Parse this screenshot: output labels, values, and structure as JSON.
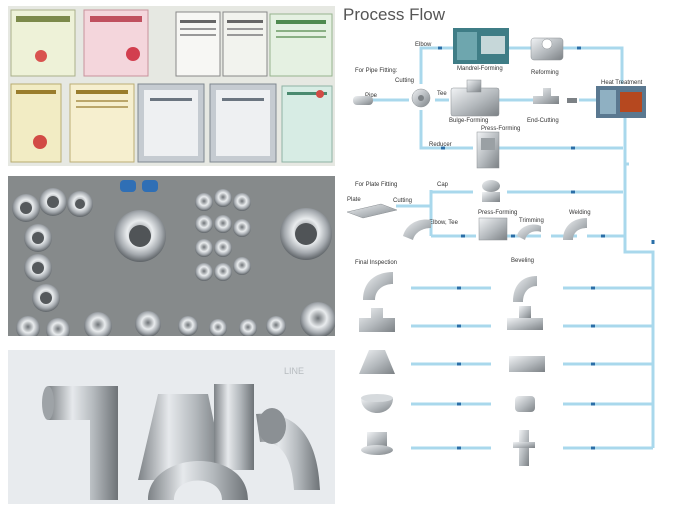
{
  "flow": {
    "title": "Process Flow",
    "labels": {
      "for_pipe_fitting": "For Pipe Fitting:",
      "elbow": "Elbow",
      "mandrel_forming": "Mandrel-Forming",
      "reforming": "Reforming",
      "heat_treatment": "Heat Treatment",
      "cutting_pipe": "Cutting",
      "pipe": "Pipe",
      "tee": "Tee",
      "bulge_forming": "Bulge-Forming",
      "press_forming_pipe": "Press-Forming",
      "end_cutting": "End-Cutting",
      "reducer": "Reducer",
      "for_plate_fitting": "For Plate Fitting",
      "cap": "Cap",
      "plate": "Plate",
      "cutting_plate": "Cutting",
      "press_forming_plate": "Press-Forming",
      "elbow_tee": "Elbow, Tee",
      "trimming": "Trimming",
      "welding": "Welding",
      "final_inspection": "Final Inspection",
      "beveling": "Beveling"
    }
  },
  "photos": {
    "fittings_brand": "LINE"
  },
  "colors": {
    "flow_line": "#a9d8ec",
    "arrow": "#2a6fa8",
    "metal": "#b9bdc1"
  }
}
